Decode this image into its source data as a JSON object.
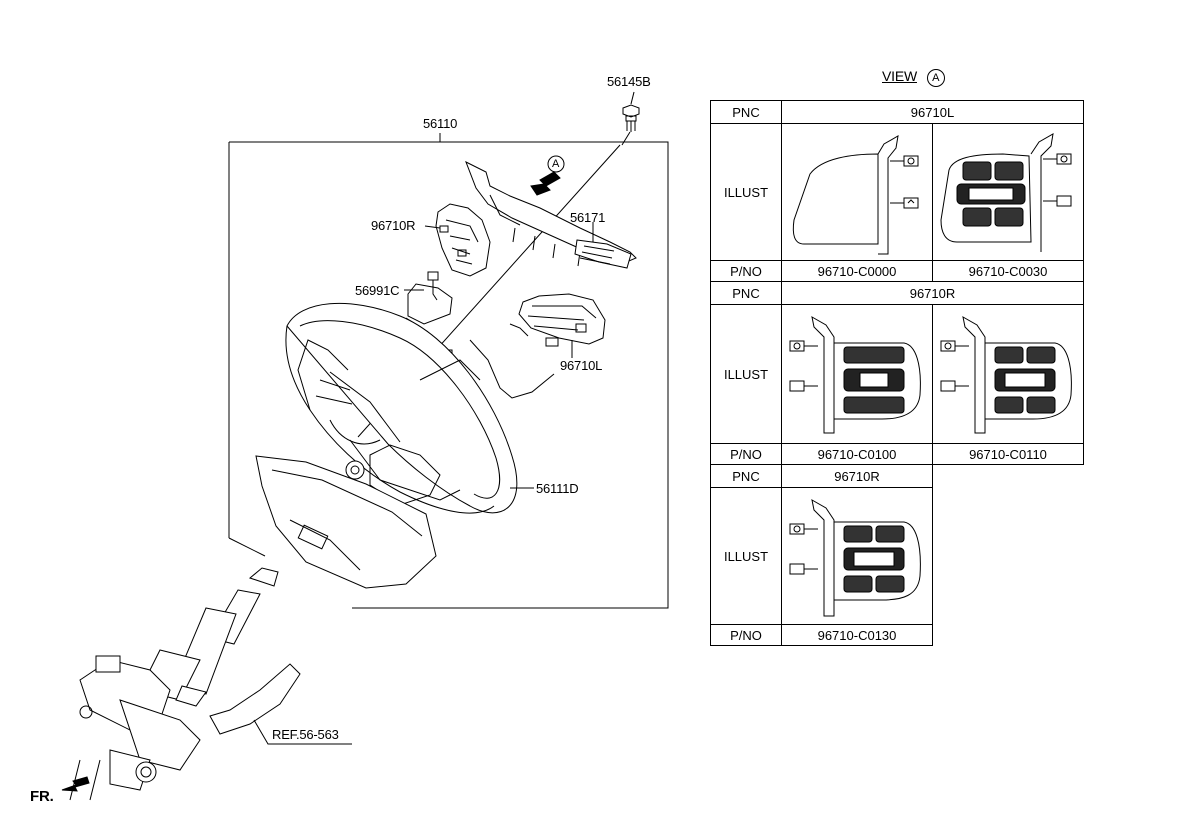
{
  "diagram": {
    "labels": {
      "p56145B": "56145B",
      "p56110": "56110",
      "p96710R": "96710R",
      "p56171": "56171",
      "p56991C": "56991C",
      "p96710L": "96710L",
      "p56111D": "56111D",
      "ref": "REF.56-563",
      "fr": "FR.",
      "callout": "A"
    }
  },
  "view": {
    "title": "VIEW",
    "marker": "A",
    "table": {
      "row_pnc": "PNC",
      "row_illust": "ILLUST",
      "row_pno": "P/NO",
      "groups": [
        {
          "pnc": "96710L",
          "parts": [
            "96710-C0000",
            "96710-C0030"
          ]
        },
        {
          "pnc": "96710R",
          "parts": [
            "96710-C0100",
            "96710-C0110"
          ]
        },
        {
          "pnc": "96710R",
          "parts": [
            "96710-C0130"
          ]
        }
      ]
    }
  }
}
